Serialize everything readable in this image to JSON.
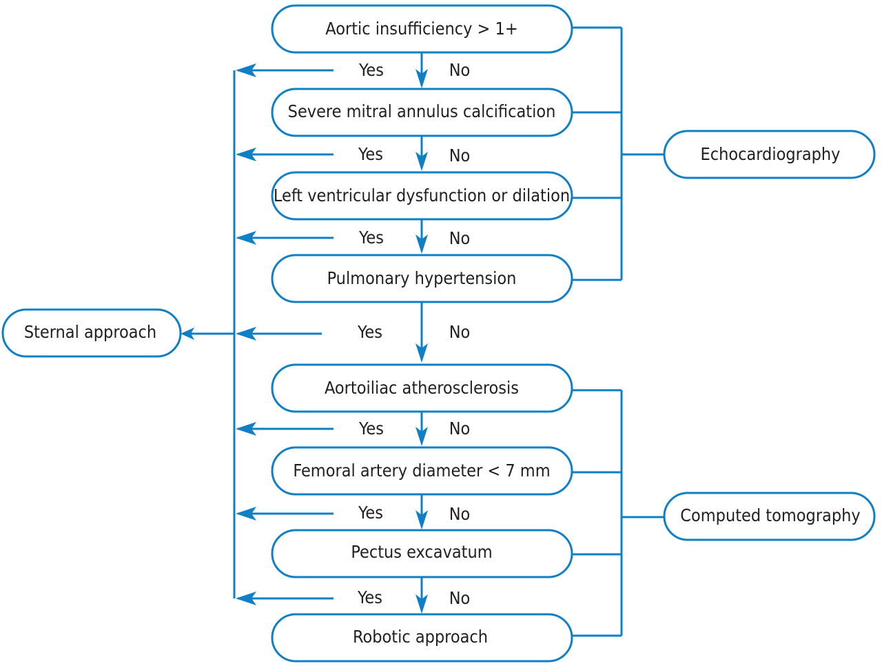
{
  "diagram": {
    "decisions": [
      {
        "label": "Aortic insufficiency > 1+"
      },
      {
        "label": "Severe mitral annulus calcification"
      },
      {
        "label": "Left ventricular dysfunction or dilation"
      },
      {
        "label": "Pulmonary hypertension"
      },
      {
        "label": "Aortoiliac atherosclerosis"
      },
      {
        "label": "Femoral artery diameter < 7 mm"
      },
      {
        "label": "Pectus excavatum"
      }
    ],
    "final": {
      "label": "Robotic approach"
    },
    "sternal": {
      "label": "Sternal approach"
    },
    "groups": [
      {
        "label": "Echocardiography"
      },
      {
        "label": "Computed tomography"
      }
    ],
    "yes_label": "Yes",
    "no_label": "No",
    "colors": {
      "accent": "#0f7fc6",
      "text": "#231f20"
    }
  }
}
